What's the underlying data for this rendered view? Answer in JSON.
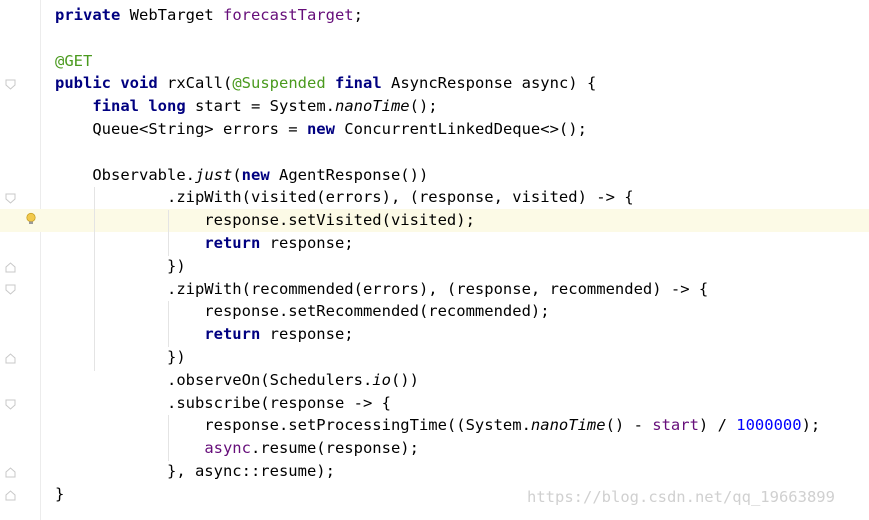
{
  "editor": {
    "lines": [
      {
        "tokens": [
          {
            "t": "private",
            "c": "kw"
          },
          {
            "t": " WebTarget "
          },
          {
            "t": "forecastTarget",
            "c": "fld"
          },
          {
            "t": ";"
          }
        ]
      },
      {
        "tokens": []
      },
      {
        "tokens": [
          {
            "t": "@GET",
            "c": "ann"
          }
        ]
      },
      {
        "tokens": [
          {
            "t": "public",
            "c": "kw"
          },
          {
            "t": " "
          },
          {
            "t": "void",
            "c": "kw"
          },
          {
            "t": " rxCall("
          },
          {
            "t": "@Suspended",
            "c": "ann"
          },
          {
            "t": " "
          },
          {
            "t": "final",
            "c": "kw"
          },
          {
            "t": " AsyncResponse async) {"
          }
        ]
      },
      {
        "tokens": [
          {
            "t": "    "
          },
          {
            "t": "final",
            "c": "kw"
          },
          {
            "t": " "
          },
          {
            "t": "long",
            "c": "kw"
          },
          {
            "t": " start = System."
          },
          {
            "t": "nanoTime",
            "c": "it"
          },
          {
            "t": "();"
          }
        ]
      },
      {
        "tokens": [
          {
            "t": "    Queue<String> errors = "
          },
          {
            "t": "new",
            "c": "kw"
          },
          {
            "t": " ConcurrentLinkedDeque<>();"
          }
        ]
      },
      {
        "tokens": []
      },
      {
        "tokens": [
          {
            "t": "    Observable."
          },
          {
            "t": "just",
            "c": "it"
          },
          {
            "t": "("
          },
          {
            "t": "new",
            "c": "kw"
          },
          {
            "t": " AgentResponse())"
          }
        ]
      },
      {
        "tokens": [
          {
            "t": "            .zipWith(visited(errors), (response, visited) -> {"
          }
        ]
      },
      {
        "tokens": [
          {
            "t": "                response.setVisited(visited);"
          }
        ],
        "highlight": true
      },
      {
        "tokens": [
          {
            "t": "                "
          },
          {
            "t": "return",
            "c": "kw"
          },
          {
            "t": " response;"
          }
        ]
      },
      {
        "tokens": [
          {
            "t": "            })"
          }
        ]
      },
      {
        "tokens": [
          {
            "t": "            .zipWith(recommended(errors), (response, recommended) -> {"
          }
        ]
      },
      {
        "tokens": [
          {
            "t": "                response.setRecommended(recommended);"
          }
        ]
      },
      {
        "tokens": [
          {
            "t": "                "
          },
          {
            "t": "return",
            "c": "kw"
          },
          {
            "t": " response;"
          }
        ]
      },
      {
        "tokens": [
          {
            "t": "            })"
          }
        ]
      },
      {
        "tokens": [
          {
            "t": "            .observeOn(Schedulers."
          },
          {
            "t": "io",
            "c": "it"
          },
          {
            "t": "())"
          }
        ]
      },
      {
        "tokens": [
          {
            "t": "            .subscribe(response -> {"
          }
        ]
      },
      {
        "tokens": [
          {
            "t": "                response.setProcessingTime((System."
          },
          {
            "t": "nanoTime",
            "c": "it"
          },
          {
            "t": "() - "
          },
          {
            "t": "start",
            "c": "fld"
          },
          {
            "t": ") / "
          },
          {
            "t": "1000000",
            "c": "num"
          },
          {
            "t": ");"
          }
        ]
      },
      {
        "tokens": [
          {
            "t": "                "
          },
          {
            "t": "async",
            "c": "fld"
          },
          {
            "t": ".resume(response);"
          }
        ]
      },
      {
        "tokens": [
          {
            "t": "            }, async::resume);"
          }
        ]
      },
      {
        "tokens": [
          {
            "t": "}"
          }
        ]
      }
    ]
  },
  "watermark": "https://blog.csdn.net/qq_19663899",
  "colors": {
    "keyword": "#000080",
    "annotation": "#4a9a1e",
    "field": "#660e7a",
    "number": "#0000ff",
    "highlight": "#fcfae6"
  },
  "icons": [
    "fold-marker-icon",
    "lightbulb-icon"
  ]
}
